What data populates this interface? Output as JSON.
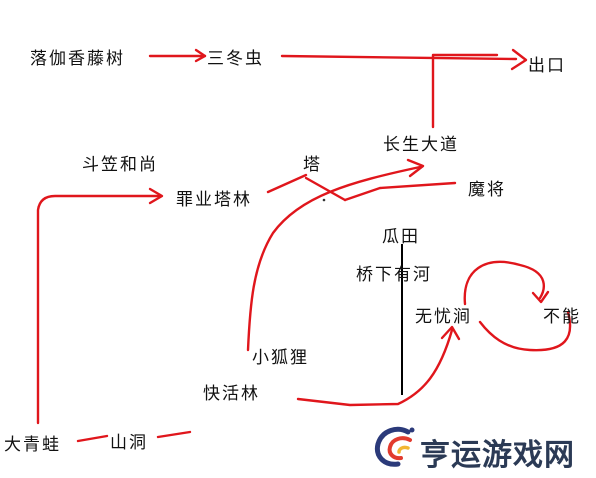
{
  "nodes": {
    "luojia": "落伽香藤树",
    "sandong": "三冬虫",
    "chukou": "出口",
    "changsheng": "长生大道",
    "doulihe": "斗笠和尚",
    "ta": "塔",
    "zuiye": "罪业塔林",
    "mojiang": "魔将",
    "guatian": "瓜田",
    "qiaoxia": "桥下有河",
    "wuyou": "无忧涧",
    "buneng": "不能",
    "xiaohuli": "小狐狸",
    "kuaihuo": "快活林",
    "daqingwa": "大青蛙",
    "shandong": "山洞"
  },
  "watermark": {
    "text": "亨运游戏网",
    "icon": "phoenix-logo-icon",
    "colors": {
      "blue": "#2b3a7a",
      "red": "#e23b2e",
      "yellow": "#f2b632"
    }
  },
  "colors": {
    "path": "#e0161c",
    "divider": "#000000"
  }
}
